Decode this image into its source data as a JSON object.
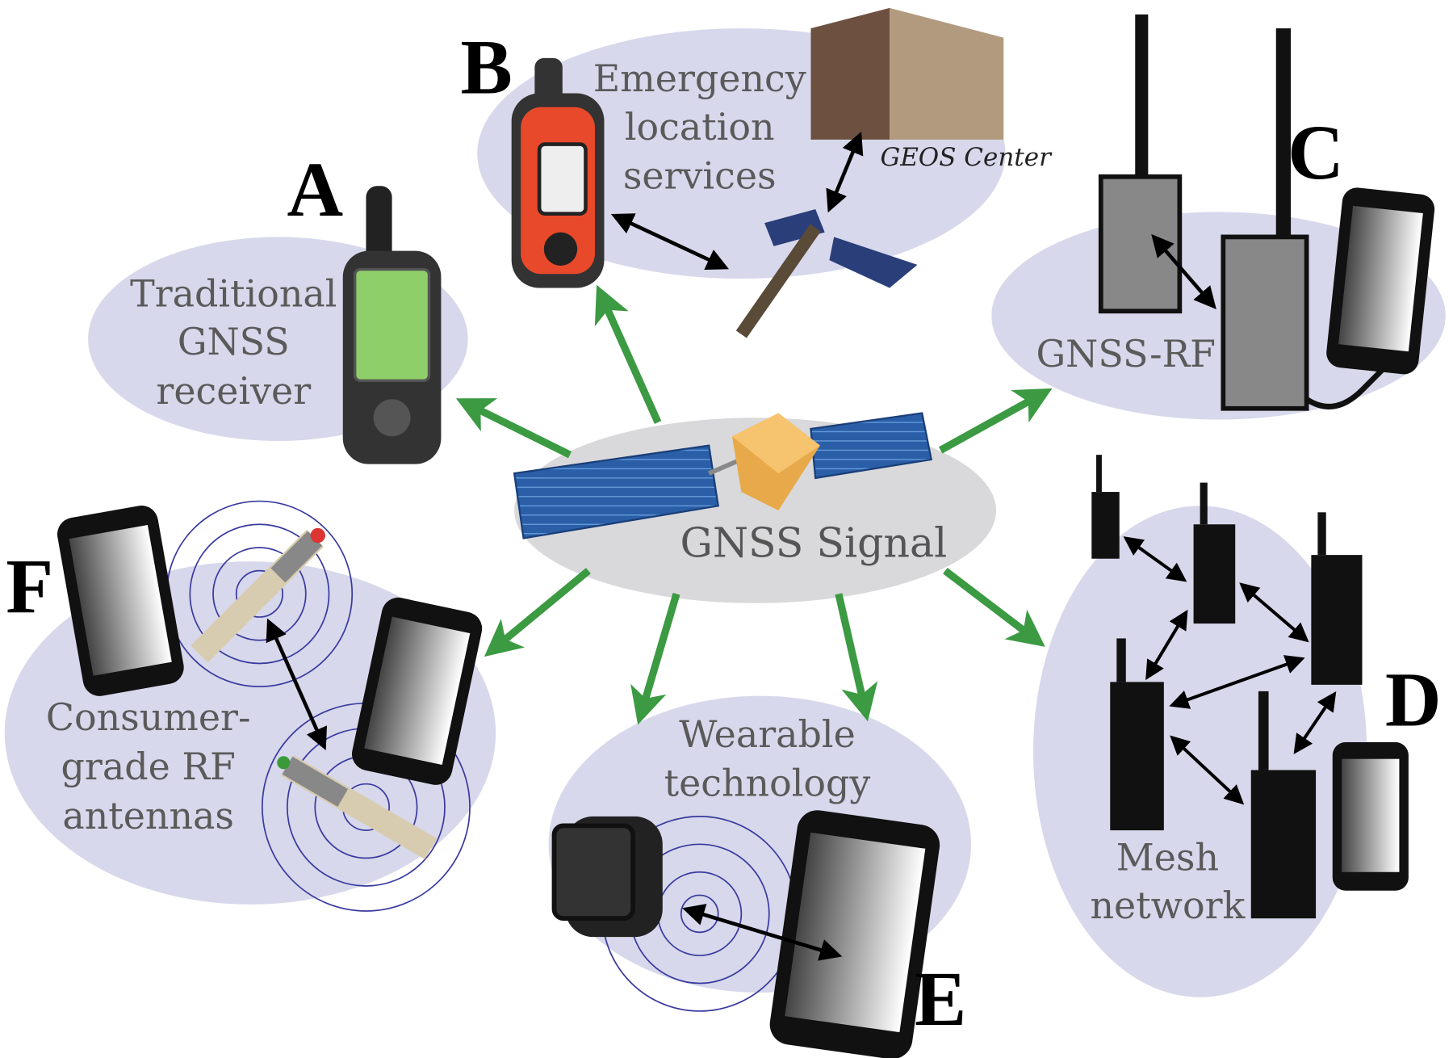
{
  "colors": {
    "cluster_fill": "#d7d8eb",
    "center_fill": "#d9d9db",
    "arrow_green": "#3b9a42",
    "label_gray": "#5a5a5a"
  },
  "center": {
    "label": "GNSS Signal"
  },
  "panels": {
    "A": {
      "letter": "A",
      "lines": [
        "Traditional",
        "GNSS",
        "receiver"
      ]
    },
    "B": {
      "letter": "B",
      "lines": [
        "Emergency",
        "location",
        "services"
      ],
      "building_label": "GEOS Center"
    },
    "C": {
      "letter": "C",
      "lines": [
        "GNSS-RF"
      ]
    },
    "D": {
      "letter": "D",
      "lines": [
        "Mesh",
        "network"
      ]
    },
    "E": {
      "letter": "E",
      "lines": [
        "Wearable",
        "technology"
      ]
    },
    "F": {
      "letter": "F",
      "lines": [
        "Consumer-",
        "grade RF",
        "antennas"
      ]
    }
  }
}
